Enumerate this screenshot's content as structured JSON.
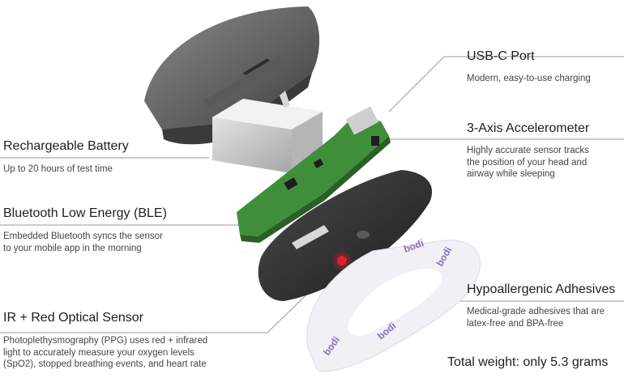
{
  "features": {
    "battery": {
      "title": "Rechargeable Battery",
      "desc": [
        "Up to 20 hours of test time"
      ]
    },
    "ble": {
      "title": "Bluetooth Low Energy (BLE)",
      "desc": [
        "Embedded Bluetooth syncs the sensor",
        "to your mobile app in the morning"
      ]
    },
    "optical": {
      "title": "IR + Red Optical Sensor",
      "desc": [
        "Photoplethysmography (PPG) uses red + infrared",
        "light to accurately measure your oxygen levels",
        "(SpO2), stopped breathing events, and heart rate"
      ]
    },
    "usbc": {
      "title": "USB-C Port",
      "desc": [
        "Modern, easy-to-use charging"
      ]
    },
    "accel": {
      "title": "3-Axis Accelerometer",
      "desc": [
        "Highly accurate sensor tracks",
        "the position of your head and",
        "airway while sleeping"
      ]
    },
    "adhesive": {
      "title": "Hypoallergenic Adhesives",
      "desc": [
        "Medical-grade adhesives that are",
        "latex-free and BPA-free"
      ]
    }
  },
  "total_weight": "Total weight: only 5.3 grams",
  "adhesive_print": "bodi",
  "colors": {
    "pcb": "#3f8f3a",
    "led": "#e0202a",
    "shell": "#6a6a6a",
    "print": "#8a6fc0"
  }
}
